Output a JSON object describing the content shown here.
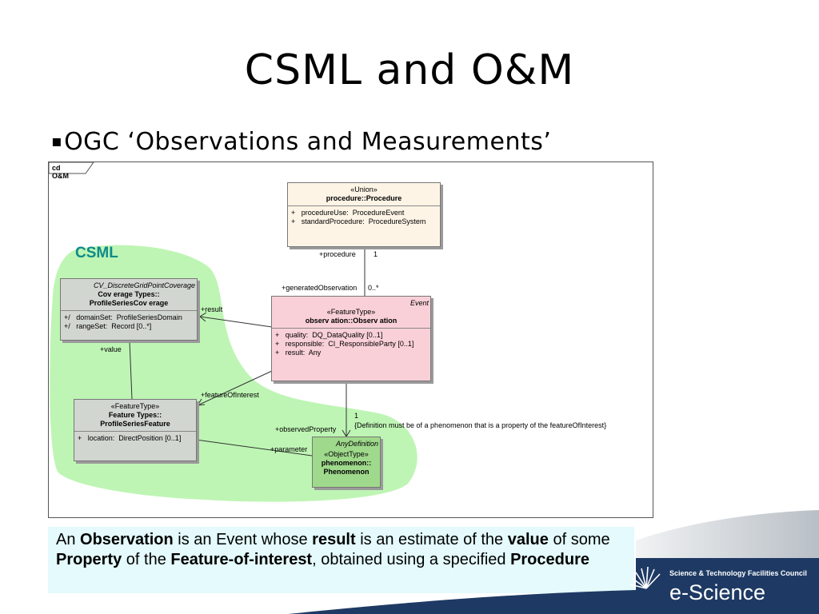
{
  "slide": {
    "title": "CSML and O&M",
    "bullet_marker": "▪",
    "bullet": "OGC ‘Observations and Measurements’"
  },
  "diagram": {
    "frame_tag": "cd O&M",
    "region_label": "CSML",
    "procedure": {
      "stereotype": "«Union»",
      "name": "procedure::Procedure",
      "attributes": [
        "+   procedureUse:  ProcedureEvent",
        "+   standardProcedure:  ProcedureSystem"
      ]
    },
    "coverage": {
      "parent": "CV_DiscreteGridPointCoverage",
      "name_line1": "Cov erage Types::",
      "name_line2": "ProfileSeriesCov erage",
      "attributes": [
        "+/   domainSet:  ProfileSeriesDomain",
        "+/   rangeSet:  Record [0..*]"
      ]
    },
    "observation": {
      "parent": "Event",
      "stereotype": "«FeatureType»",
      "name": "observ ation::Observ ation",
      "attributes": [
        "+   quality:  DQ_DataQuality [0..1]",
        "+   responsible:  CI_ResponsibleParty [0..1]",
        "+   result:  Any"
      ]
    },
    "feature": {
      "stereotype": "«FeatureType»",
      "name_line1": "Feature Types::",
      "name_line2": "ProfileSeriesFeature",
      "attributes": [
        "+   location:  DirectPosition [0..1]"
      ]
    },
    "phenomenon": {
      "parent": "AnyDefinition",
      "stereotype": "«ObjectType»",
      "name_line1": "phenomenon::",
      "name_line2": "Phenomenon"
    },
    "roles": {
      "procedure": "+procedure",
      "procedure_mult": "1",
      "generated_observation": "+generatedObservation",
      "generated_mult": "0..*",
      "result": "+result",
      "value": "+value",
      "feature_of_interest": "+featureOfInterest",
      "observed_property": "+observedProperty",
      "observed_mult": "1",
      "parameter": "+parameter",
      "constraint": "{Definition must be of a phenomenon that is a property of the featureOfInterest}"
    }
  },
  "caption": {
    "t1": "An ",
    "b1": "Observation",
    "t2": " is an Event whose ",
    "b2": "result",
    "t3": " is an estimate of the ",
    "b3": "value",
    "t4": " of some ",
    "b4": "Property",
    "t5": " of the ",
    "b5": "Feature-of-interest",
    "t6": ", obtained using a specified ",
    "b6": "Procedure"
  },
  "branding": {
    "org": "Science & Technology Facilities Council",
    "product": "e-Science"
  },
  "colors": {
    "csml_region": "#bef5b4",
    "procedure_fill": "#fdf4e6",
    "coverage_fill": "#d2d6d0",
    "observation_fill": "#fad0d8",
    "feature_fill": "#d2d6d0",
    "phenomenon_fill": "#9fd98c",
    "brand_navy": "#1e3a64",
    "caption_bg": "#e4fafc",
    "csml_label": "#0f8a8a"
  }
}
